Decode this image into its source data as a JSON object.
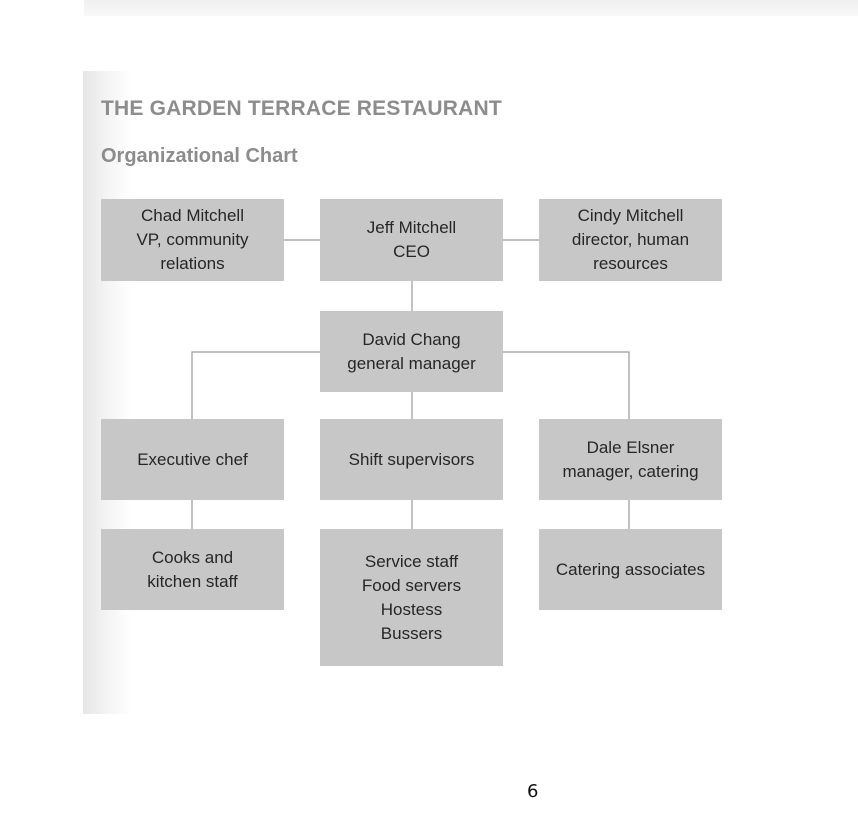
{
  "header": {
    "title": "THE GARDEN TERRACE RESTAURANT",
    "subtitle": "Organizational Chart"
  },
  "org_chart": {
    "nodes": {
      "chad": [
        "Chad Mitchell",
        "VP, community",
        "relations"
      ],
      "jeff": [
        "Jeff Mitchell",
        "CEO"
      ],
      "cindy": [
        "Cindy Mitchell",
        "director, human",
        "resources"
      ],
      "david": [
        "David Chang",
        "general manager"
      ],
      "exec_chef": [
        "Executive chef"
      ],
      "shift": [
        "Shift supervisors"
      ],
      "dale": [
        "Dale Elsner",
        "manager, catering"
      ],
      "cooks": [
        "Cooks and",
        "kitchen staff"
      ],
      "service": [
        "Service staff",
        "Food servers",
        "Hostess",
        "Bussers"
      ],
      "catering": [
        "Catering associates"
      ]
    },
    "edges": [
      [
        "jeff",
        "chad"
      ],
      [
        "jeff",
        "cindy"
      ],
      [
        "jeff",
        "david"
      ],
      [
        "david",
        "exec_chef"
      ],
      [
        "david",
        "shift"
      ],
      [
        "david",
        "dale"
      ],
      [
        "exec_chef",
        "cooks"
      ],
      [
        "shift",
        "service"
      ],
      [
        "dale",
        "catering"
      ]
    ]
  },
  "footer": {
    "page_number": "6"
  },
  "colors": {
    "box_fill": "#c7c7c7",
    "line": "#9a9a9a",
    "heading": "#8c8c8c",
    "text": "#262626"
  }
}
